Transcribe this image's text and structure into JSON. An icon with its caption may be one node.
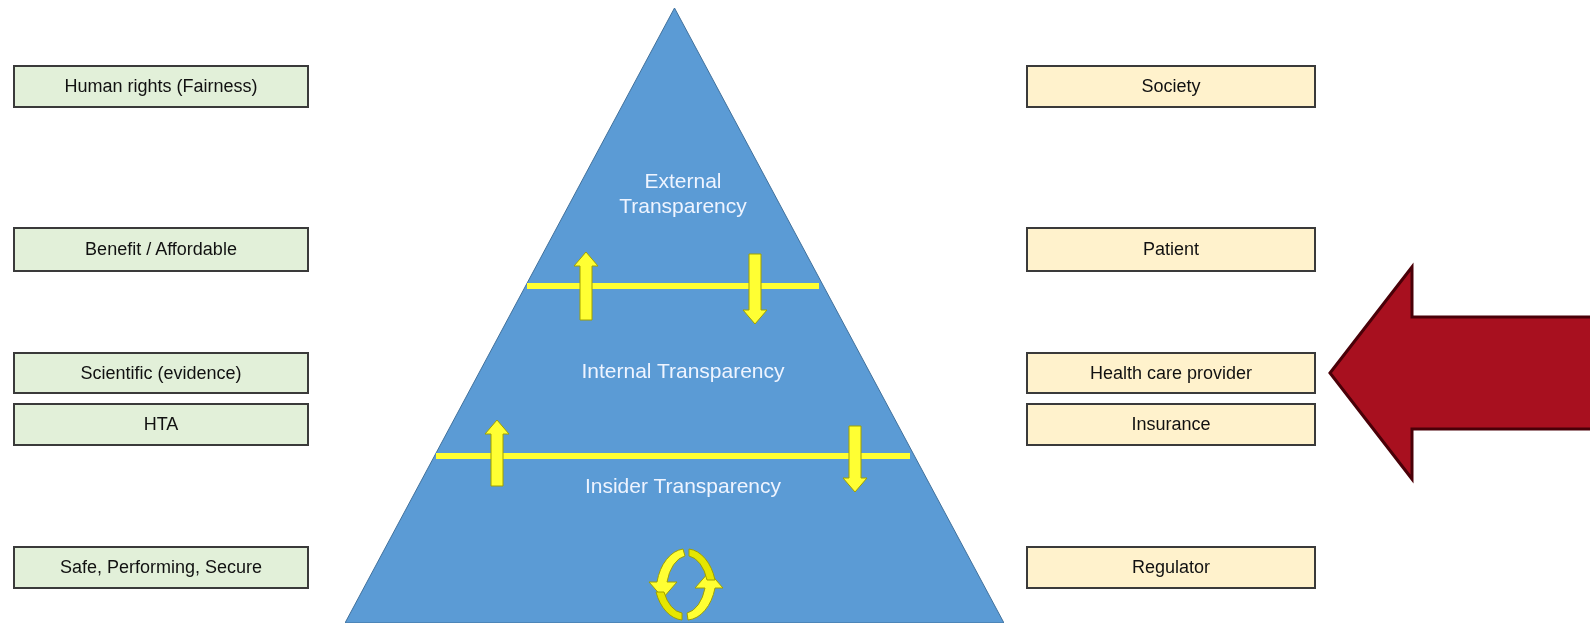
{
  "diagram": {
    "nodes": [
      {
        "text": [
          "Human rights (Fairness)"
        ]
      },
      {
        "text": [
          "Benefit / Affordable"
        ]
      },
      {
        "text": [
          "Scientific (evidence)"
        ]
      },
      {
        "text": [
          "HTA"
        ]
      },
      {
        "text": [
          "Safe, Performing, Secure"
        ]
      },
      {
        "text": [
          "External Transparency",
          "Internal Transparency",
          "Insider Transparency"
        ]
      },
      {
        "text": [
          "Society"
        ]
      },
      {
        "text": [
          "Patient"
        ]
      },
      {
        "text": [
          "Health care provider"
        ]
      },
      {
        "text": [
          "Insurance"
        ]
      },
      {
        "text": [
          "Regulator"
        ]
      }
    ],
    "edges": [
      {
        "from": null,
        "to": 8,
        "arrow": "to",
        "style": "thick",
        "color": "#a8101f"
      }
    ]
  }
}
